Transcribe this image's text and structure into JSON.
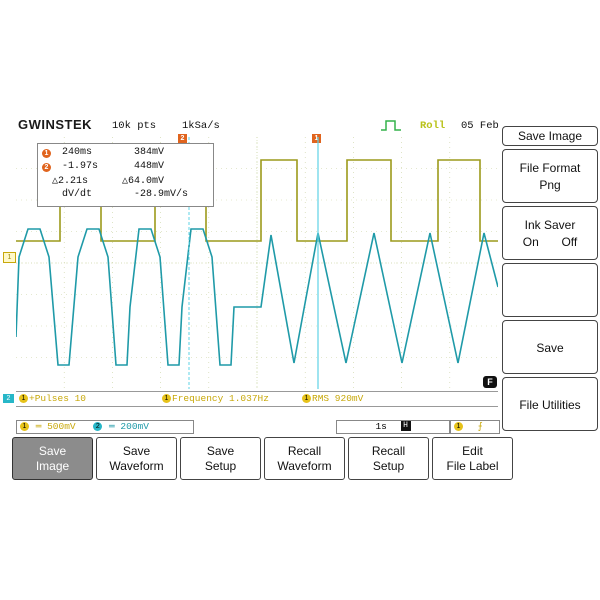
{
  "header": {
    "logo": "GWINSTEK",
    "record_length": "10k pts",
    "sample_rate": "1kSa/s",
    "trigger_state": "Roll",
    "date": "05 Feb"
  },
  "markers": {
    "cursor2_top": "2",
    "cursor1_top": "1",
    "ch1_marker": "1",
    "ch2_marker": "2"
  },
  "cursor_readout": {
    "c1_badge": "1",
    "c1_time": "240ms",
    "c1_volt": "384mV",
    "c2_badge": "2",
    "c2_time": "-1.97s",
    "c2_volt": "448mV",
    "delta_time": "△2.21s",
    "delta_volt": "△64.0mV",
    "dvdt_label": "dV/dt",
    "dvdt_value": "-28.9mV/s"
  },
  "measurements": {
    "m1_ch": "1",
    "m1_text": "+Pulses 10",
    "m2_ch": "1",
    "m2_text": "Frequency 1.037Hz",
    "m3_ch": "1",
    "m3_text": "RMS 920mV",
    "f_badge": "F"
  },
  "channels": {
    "ch1_num": "1",
    "ch1_scale": "═ 500mV",
    "ch2_num": "2",
    "ch2_scale": "═ 200mV",
    "timebase": "1s",
    "h_badge": "H",
    "trig_ch": "1",
    "trig_slope": "⨍"
  },
  "side_menu": {
    "title": "Save Image",
    "file_format_label": "File Format",
    "file_format_value": "Png",
    "ink_saver_label": "Ink Saver",
    "ink_saver_on": "On",
    "ink_saver_off": "Off",
    "save": "Save",
    "file_utilities": "File Utilities"
  },
  "soft_keys": [
    {
      "line1": "Save",
      "line2": "Image",
      "active": true
    },
    {
      "line1": "Save",
      "line2": "Waveform",
      "active": false
    },
    {
      "line1": "Save",
      "line2": "Setup",
      "active": false
    },
    {
      "line1": "Recall",
      "line2": "Waveform",
      "active": false
    },
    {
      "line1": "Recall",
      "line2": "Setup",
      "active": false
    },
    {
      "line1": "Edit",
      "line2": "File Label",
      "active": false
    }
  ],
  "colors": {
    "ch1": "#9c9a1c",
    "ch2": "#1f9aa8",
    "cursor": "#5fd3e6",
    "grid": "#c9d2a0",
    "accent": "#e0641e"
  }
}
